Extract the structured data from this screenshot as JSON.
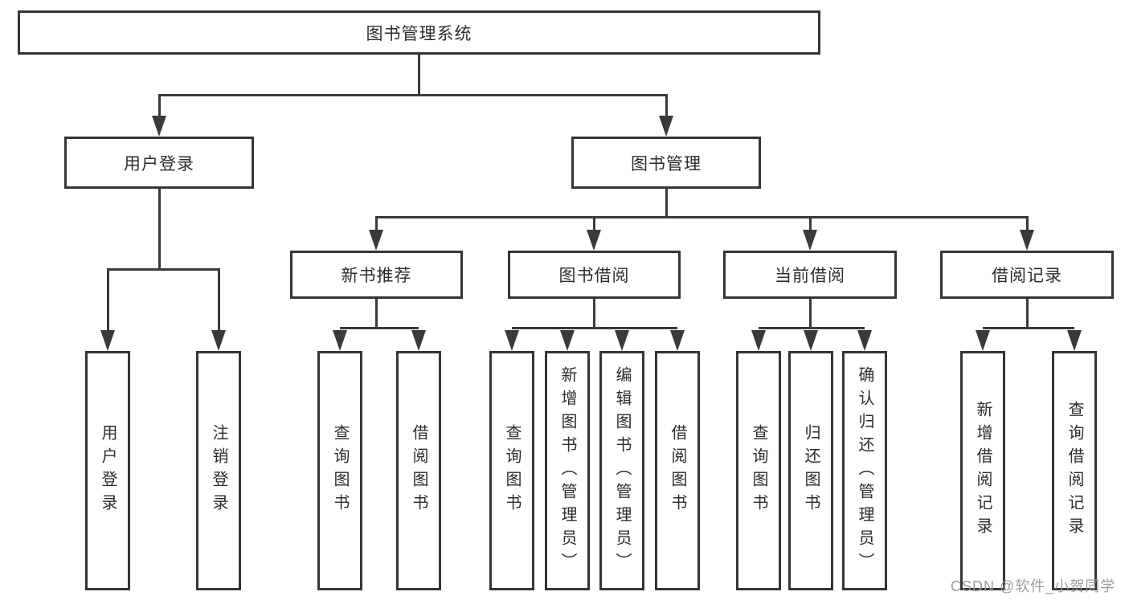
{
  "colors": {
    "line": "#3a3a3a",
    "node-border": "#353535",
    "node-text": "#2d2d2d",
    "background": "#ffffff",
    "watermark": "#9c9c9c"
  },
  "watermark": {
    "text": "CSDN @软件_小贺同学"
  },
  "tree": {
    "root": {
      "label": "图书管理系统",
      "children": [
        {
          "label": "用户登录",
          "children": [
            {
              "label": "用户登录"
            },
            {
              "label": "注销登录"
            }
          ]
        },
        {
          "label": "图书管理",
          "children": [
            {
              "label": "新书推荐",
              "children": [
                {
                  "label": "查询图书"
                },
                {
                  "label": "借阅图书"
                }
              ]
            },
            {
              "label": "图书借阅",
              "children": [
                {
                  "label": "查询图书"
                },
                {
                  "label": "新增图书（管理员）"
                },
                {
                  "label": "编辑图书（管理员）"
                },
                {
                  "label": "借阅图书"
                }
              ]
            },
            {
              "label": "当前借阅",
              "children": [
                {
                  "label": "查询图书"
                },
                {
                  "label": "归还图书"
                },
                {
                  "label": "确认归还（管理员）"
                }
              ]
            },
            {
              "label": "借阅记录",
              "children": [
                {
                  "label": "新增借阅记录"
                },
                {
                  "label": "查询借阅记录"
                }
              ]
            }
          ]
        }
      ]
    }
  }
}
